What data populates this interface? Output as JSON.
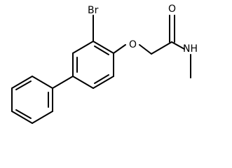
{
  "molecule": {
    "atoms": {
      "bromine": "Br",
      "ether_oxygen": "O",
      "carbonyl_oxygen": "O",
      "amide_nitrogen": "NH"
    }
  }
}
